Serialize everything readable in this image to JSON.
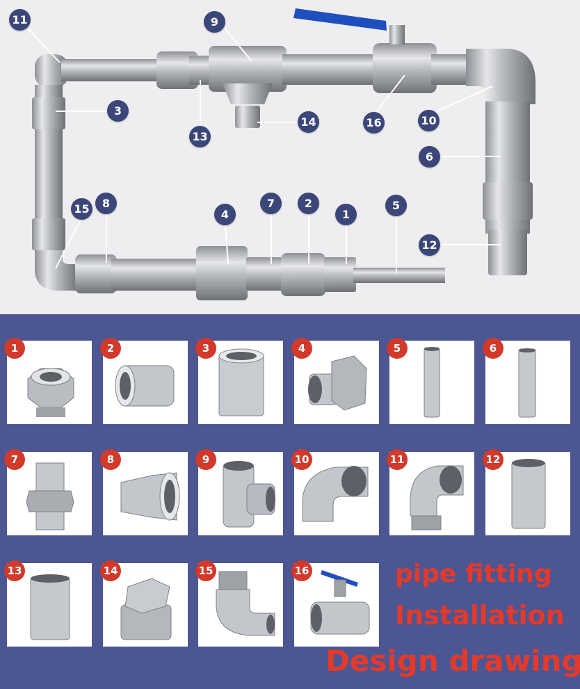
{
  "callouts": [
    "1",
    "2",
    "3",
    "4",
    "5",
    "6",
    "7",
    "8",
    "9",
    "10",
    "11",
    "12",
    "13",
    "14",
    "15",
    "16"
  ],
  "catalog": {
    "tiles": [
      {
        "number": "1",
        "icon": "hex-bushing-icon"
      },
      {
        "number": "2",
        "icon": "socket-coupling-icon"
      },
      {
        "number": "3",
        "icon": "straight-coupling-icon"
      },
      {
        "number": "4",
        "icon": "union-icon"
      },
      {
        "number": "5",
        "icon": "long-nipple-icon"
      },
      {
        "number": "6",
        "icon": "barrel-nipple-icon"
      },
      {
        "number": "7",
        "icon": "hex-nipple-icon"
      },
      {
        "number": "8",
        "icon": "reducing-coupling-icon"
      },
      {
        "number": "9",
        "icon": "tee-icon"
      },
      {
        "number": "10",
        "icon": "elbow-icon"
      },
      {
        "number": "11",
        "icon": "street-elbow-icon"
      },
      {
        "number": "12",
        "icon": "hose-barb-icon"
      },
      {
        "number": "13",
        "icon": "close-nipple-icon"
      },
      {
        "number": "14",
        "icon": "square-plug-icon"
      },
      {
        "number": "15",
        "icon": "male-female-elbow-icon"
      },
      {
        "number": "16",
        "icon": "ball-valve-icon"
      }
    ]
  },
  "headline": {
    "line1": "pipe fitting",
    "line2": "Installation",
    "line3": "Design drawings"
  },
  "colors": {
    "callout_bg": "#3b4679",
    "badge_bg": "#d1392b",
    "catalog_bg": "#4b5692",
    "headline": "#e5392a",
    "valve_handle": "#1f4fbf"
  }
}
